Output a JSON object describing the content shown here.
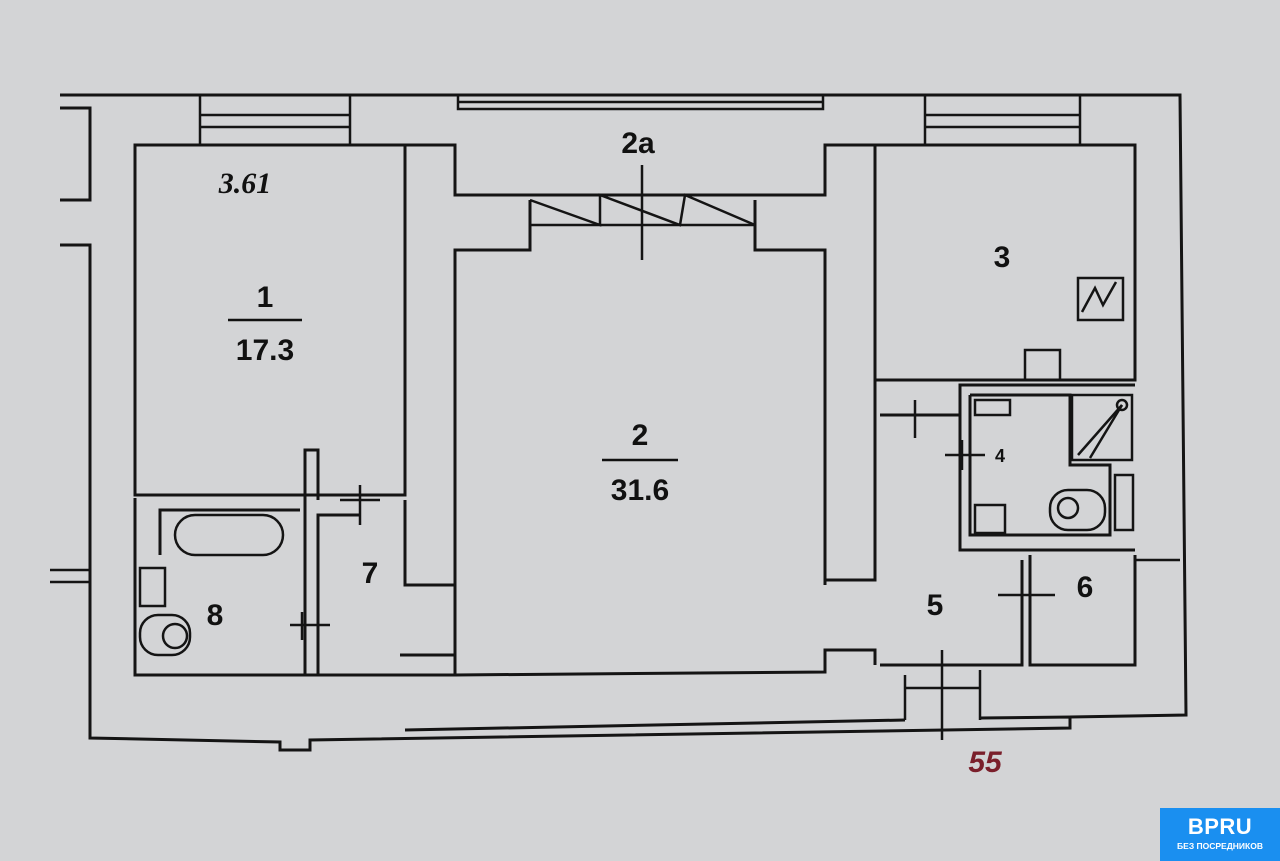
{
  "plan": {
    "ceiling_height": "3.61",
    "rooms": [
      {
        "number": "1",
        "area": "17.3"
      },
      {
        "number": "2",
        "area": "31.6"
      },
      {
        "number": "2a"
      },
      {
        "number": "3"
      },
      {
        "number": "4"
      },
      {
        "number": "5"
      },
      {
        "number": "6"
      },
      {
        "number": "7"
      },
      {
        "number": "8"
      }
    ],
    "apartment_number": "55",
    "apartment_number_color": "#7a1f2b"
  },
  "logo": {
    "brand": "BPRU",
    "tagline": "БЕЗ ПОСРЕДНИКОВ",
    "color": "#1a8ff0"
  }
}
